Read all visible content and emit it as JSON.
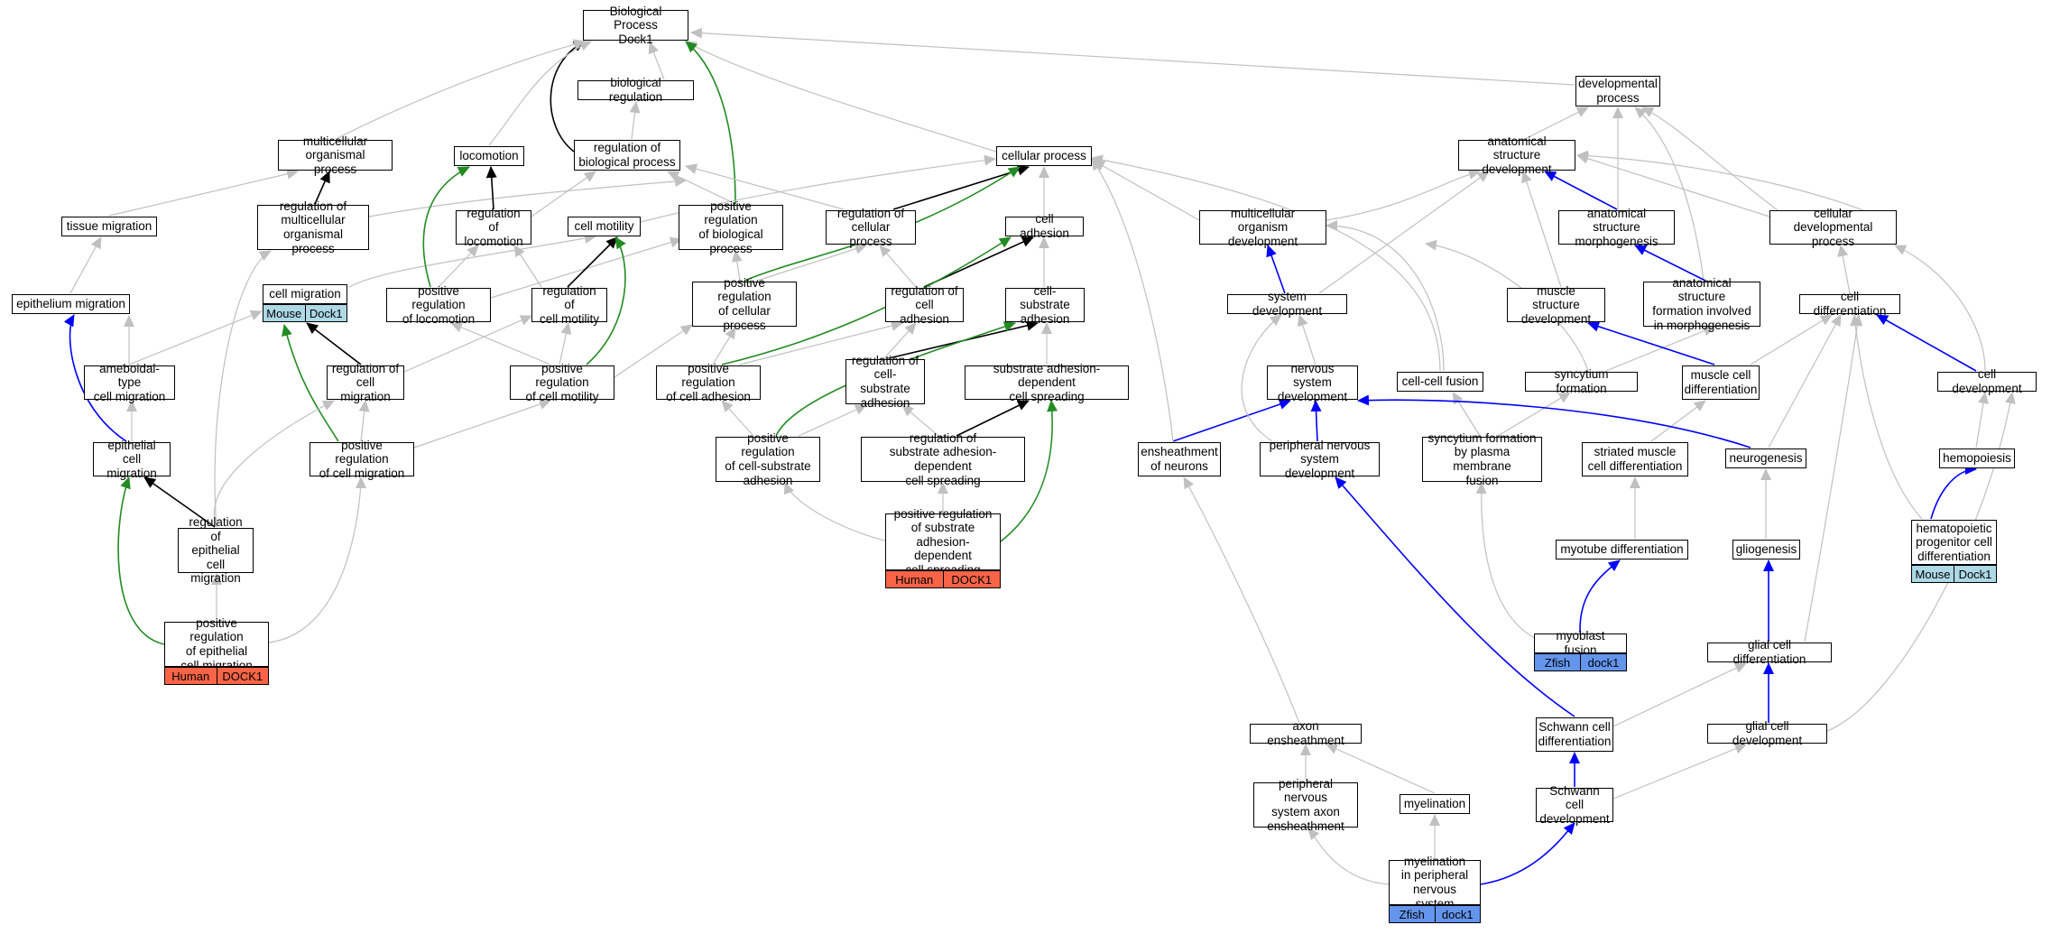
{
  "colors": {
    "gray_edge": "#c0c0c0",
    "black_edge": "#000000",
    "green_edge": "#228b22",
    "blue_edge": "#0000ff",
    "human_tag": "#fa6446",
    "mouse_tag": "#add8e6",
    "zfish_tag": "#6495ed"
  },
  "nodes": {
    "bp": "Biological Process\nDock1",
    "breg": "biological regulation",
    "devproc": "developmental\nprocess",
    "mop": "multicellular\norganismal process",
    "loco": "locomotion",
    "rbp": "regulation of\nbiological process",
    "cp": "cellular process",
    "asd": "anatomical structure\ndevelopment",
    "tm": "tissue migration",
    "rmop": "regulation of\nmulticellular\norganismal process",
    "rloco": "regulation of\nlocomotion",
    "cmot": "cell motility",
    "prbp": "positive regulation\nof biological\nprocess",
    "rcp": "regulation of\ncellular process",
    "cadh": "cell adhesion",
    "mod": "multicellular\norganism development",
    "asm": "anatomical structure\nmorphogenesis",
    "cdp": "cellular developmental\nprocess",
    "em": "epithelium migration",
    "cm": "cell migration",
    "prloco": "positive regulation\nof locomotion",
    "rcmot": "regulation of\ncell motility",
    "prcp": "positive regulation\nof cellular\nprocess",
    "rcadh": "regulation of\ncell adhesion",
    "csa": "cell-substrate\nadhesion",
    "sd": "system development",
    "msd": "muscle structure\ndevelopment",
    "asfm": "anatomical structure\nformation involved\nin morphogenesis",
    "cdiff": "cell differentiation",
    "ameb": "ameboidal-type\ncell migration",
    "rcm": "regulation of\ncell migration",
    "prcmot": "positive regulation\nof cell motility",
    "prcadh": "positive regulation\nof cell adhesion",
    "rcsa": "regulation of\ncell-substrate\nadhesion",
    "sadcs": "substrate adhesion-dependent\ncell spreading",
    "nsd": "nervous system\ndevelopment",
    "ccf": "cell-cell fusion",
    "syf": "syncytium formation",
    "mcd": "muscle cell\ndifferentiation",
    "cdev": "cell development",
    "ecm": "epithelial cell\nmigration",
    "prcm": "positive regulation\nof cell migration",
    "prcsa": "positive regulation\nof cell-substrate\nadhesion",
    "rsadcs": "regulation of\nsubstrate adhesion-dependent\ncell spreading",
    "eon": "ensheathment\nof neurons",
    "pnsd": "peripheral nervous\nsystem development",
    "sfpm": "syncytium formation\nby plasma membrane\nfusion",
    "smcd": "striated muscle\ncell differentiation",
    "ngen": "neurogenesis",
    "hemo": "hemopoiesis",
    "recm": "regulation of\nepithelial cell\nmigration",
    "prsadcs": "positive regulation\nof substrate\nadhesion-dependent\ncell spreading",
    "myod": "myotube differentiation",
    "glio": "gliogenesis",
    "hpcd": "hematopoietic\nprogenitor cell\ndifferentiation",
    "precm": "positive regulation\nof epithelial\ncell migration",
    "mf": "myoblast fusion",
    "gcd": "glial cell differentiation",
    "axe": "axon ensheathment",
    "scdiff": "Schwann cell\ndifferentiation",
    "gcdev": "glial cell development",
    "pnsae": "peripheral nervous\nsystem axon\nensheathment",
    "myel": "myelination",
    "scdev": "Schwann cell\ndevelopment",
    "mpns": "myelination\nin peripheral\nnervous system"
  },
  "tags": {
    "cm": [
      "Mouse",
      "Dock1"
    ],
    "prsadcs": [
      "Human",
      "DOCK1"
    ],
    "hpcd": [
      "Mouse",
      "Dock1"
    ],
    "precm": [
      "Human",
      "DOCK1"
    ],
    "mf": [
      "Zfish",
      "dock1"
    ],
    "mpns": [
      "Zfish",
      "dock1"
    ]
  }
}
